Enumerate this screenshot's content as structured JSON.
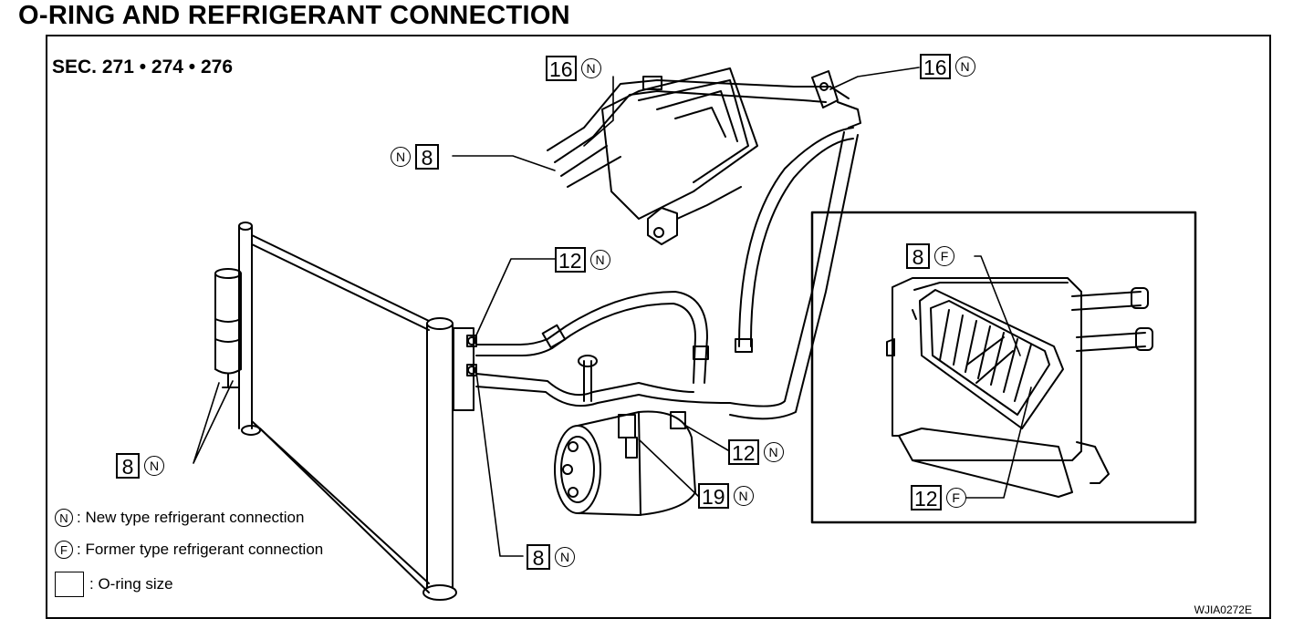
{
  "title": "O-RING AND REFRIGERANT CONNECTION",
  "section": "SEC. 271 •  274 • 276",
  "reference_code": "WJIA0272E",
  "legend": {
    "new_symbol": "N",
    "new_text": ": New type refrigerant connection",
    "former_symbol": "F",
    "former_text": ": Former type refrigerant connection",
    "oring_text": ": O-ring size"
  },
  "callouts": [
    {
      "size": "16",
      "type": "N"
    },
    {
      "size": "16",
      "type": "N"
    },
    {
      "size": "8",
      "type": "N"
    },
    {
      "size": "12",
      "type": "N"
    },
    {
      "size": "8",
      "type": "N"
    },
    {
      "size": "12",
      "type": "N"
    },
    {
      "size": "19",
      "type": "N"
    },
    {
      "size": "8",
      "type": "N"
    },
    {
      "size": "8",
      "type": "F"
    },
    {
      "size": "12",
      "type": "F"
    }
  ]
}
